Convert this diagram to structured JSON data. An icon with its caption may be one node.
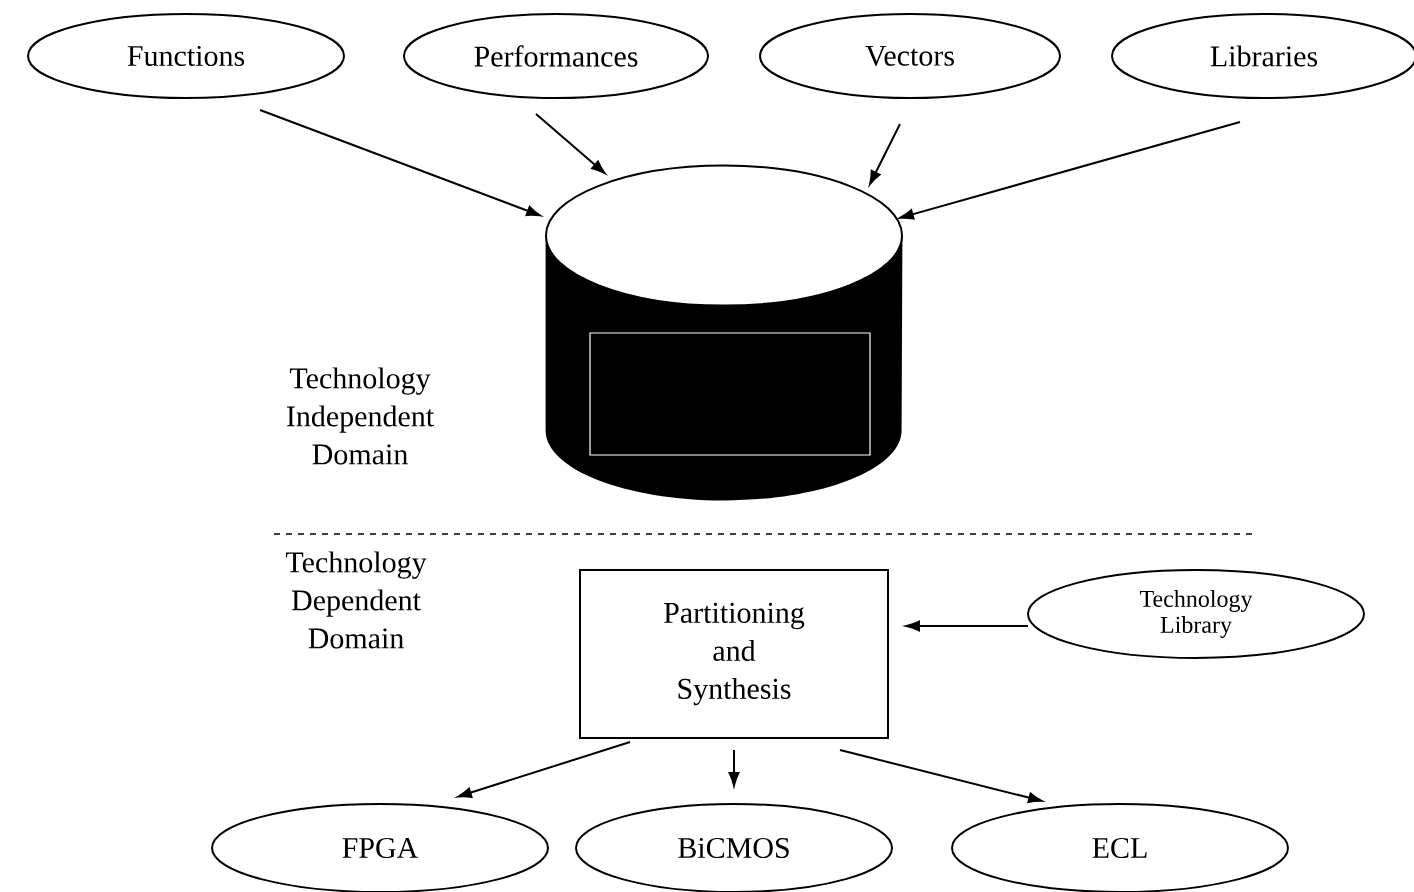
{
  "diagram": {
    "nodes": [
      {
        "text": [
          "Functions"
        ]
      },
      {
        "text": [
          "Performances"
        ]
      },
      {
        "text": [
          "Vectors"
        ]
      },
      {
        "text": [
          "Libraries"
        ]
      },
      {
        "text": [],
        "shape": "cylinder"
      },
      {
        "text": [
          "Partitioning and Synthesis"
        ]
      },
      {
        "text": [
          "Technology Library"
        ]
      },
      {
        "text": [
          "FPGA"
        ]
      },
      {
        "text": [
          "BiCMOS"
        ]
      },
      {
        "text": [
          "ECL"
        ]
      }
    ],
    "edges": [
      {
        "from": 0,
        "to": 4,
        "arrow": "to"
      },
      {
        "from": 1,
        "to": 4,
        "arrow": "to"
      },
      {
        "from": 2,
        "to": 4,
        "arrow": "to"
      },
      {
        "from": 3,
        "to": 4,
        "arrow": "to"
      },
      {
        "from": 6,
        "to": 5,
        "arrow": "to"
      },
      {
        "from": 5,
        "to": 7,
        "arrow": "to"
      },
      {
        "from": 5,
        "to": 8,
        "arrow": "to"
      },
      {
        "from": 5,
        "to": 9,
        "arrow": "to"
      }
    ],
    "labels": [
      "Technology Independent Domain",
      "Technology Dependent Domain"
    ]
  }
}
